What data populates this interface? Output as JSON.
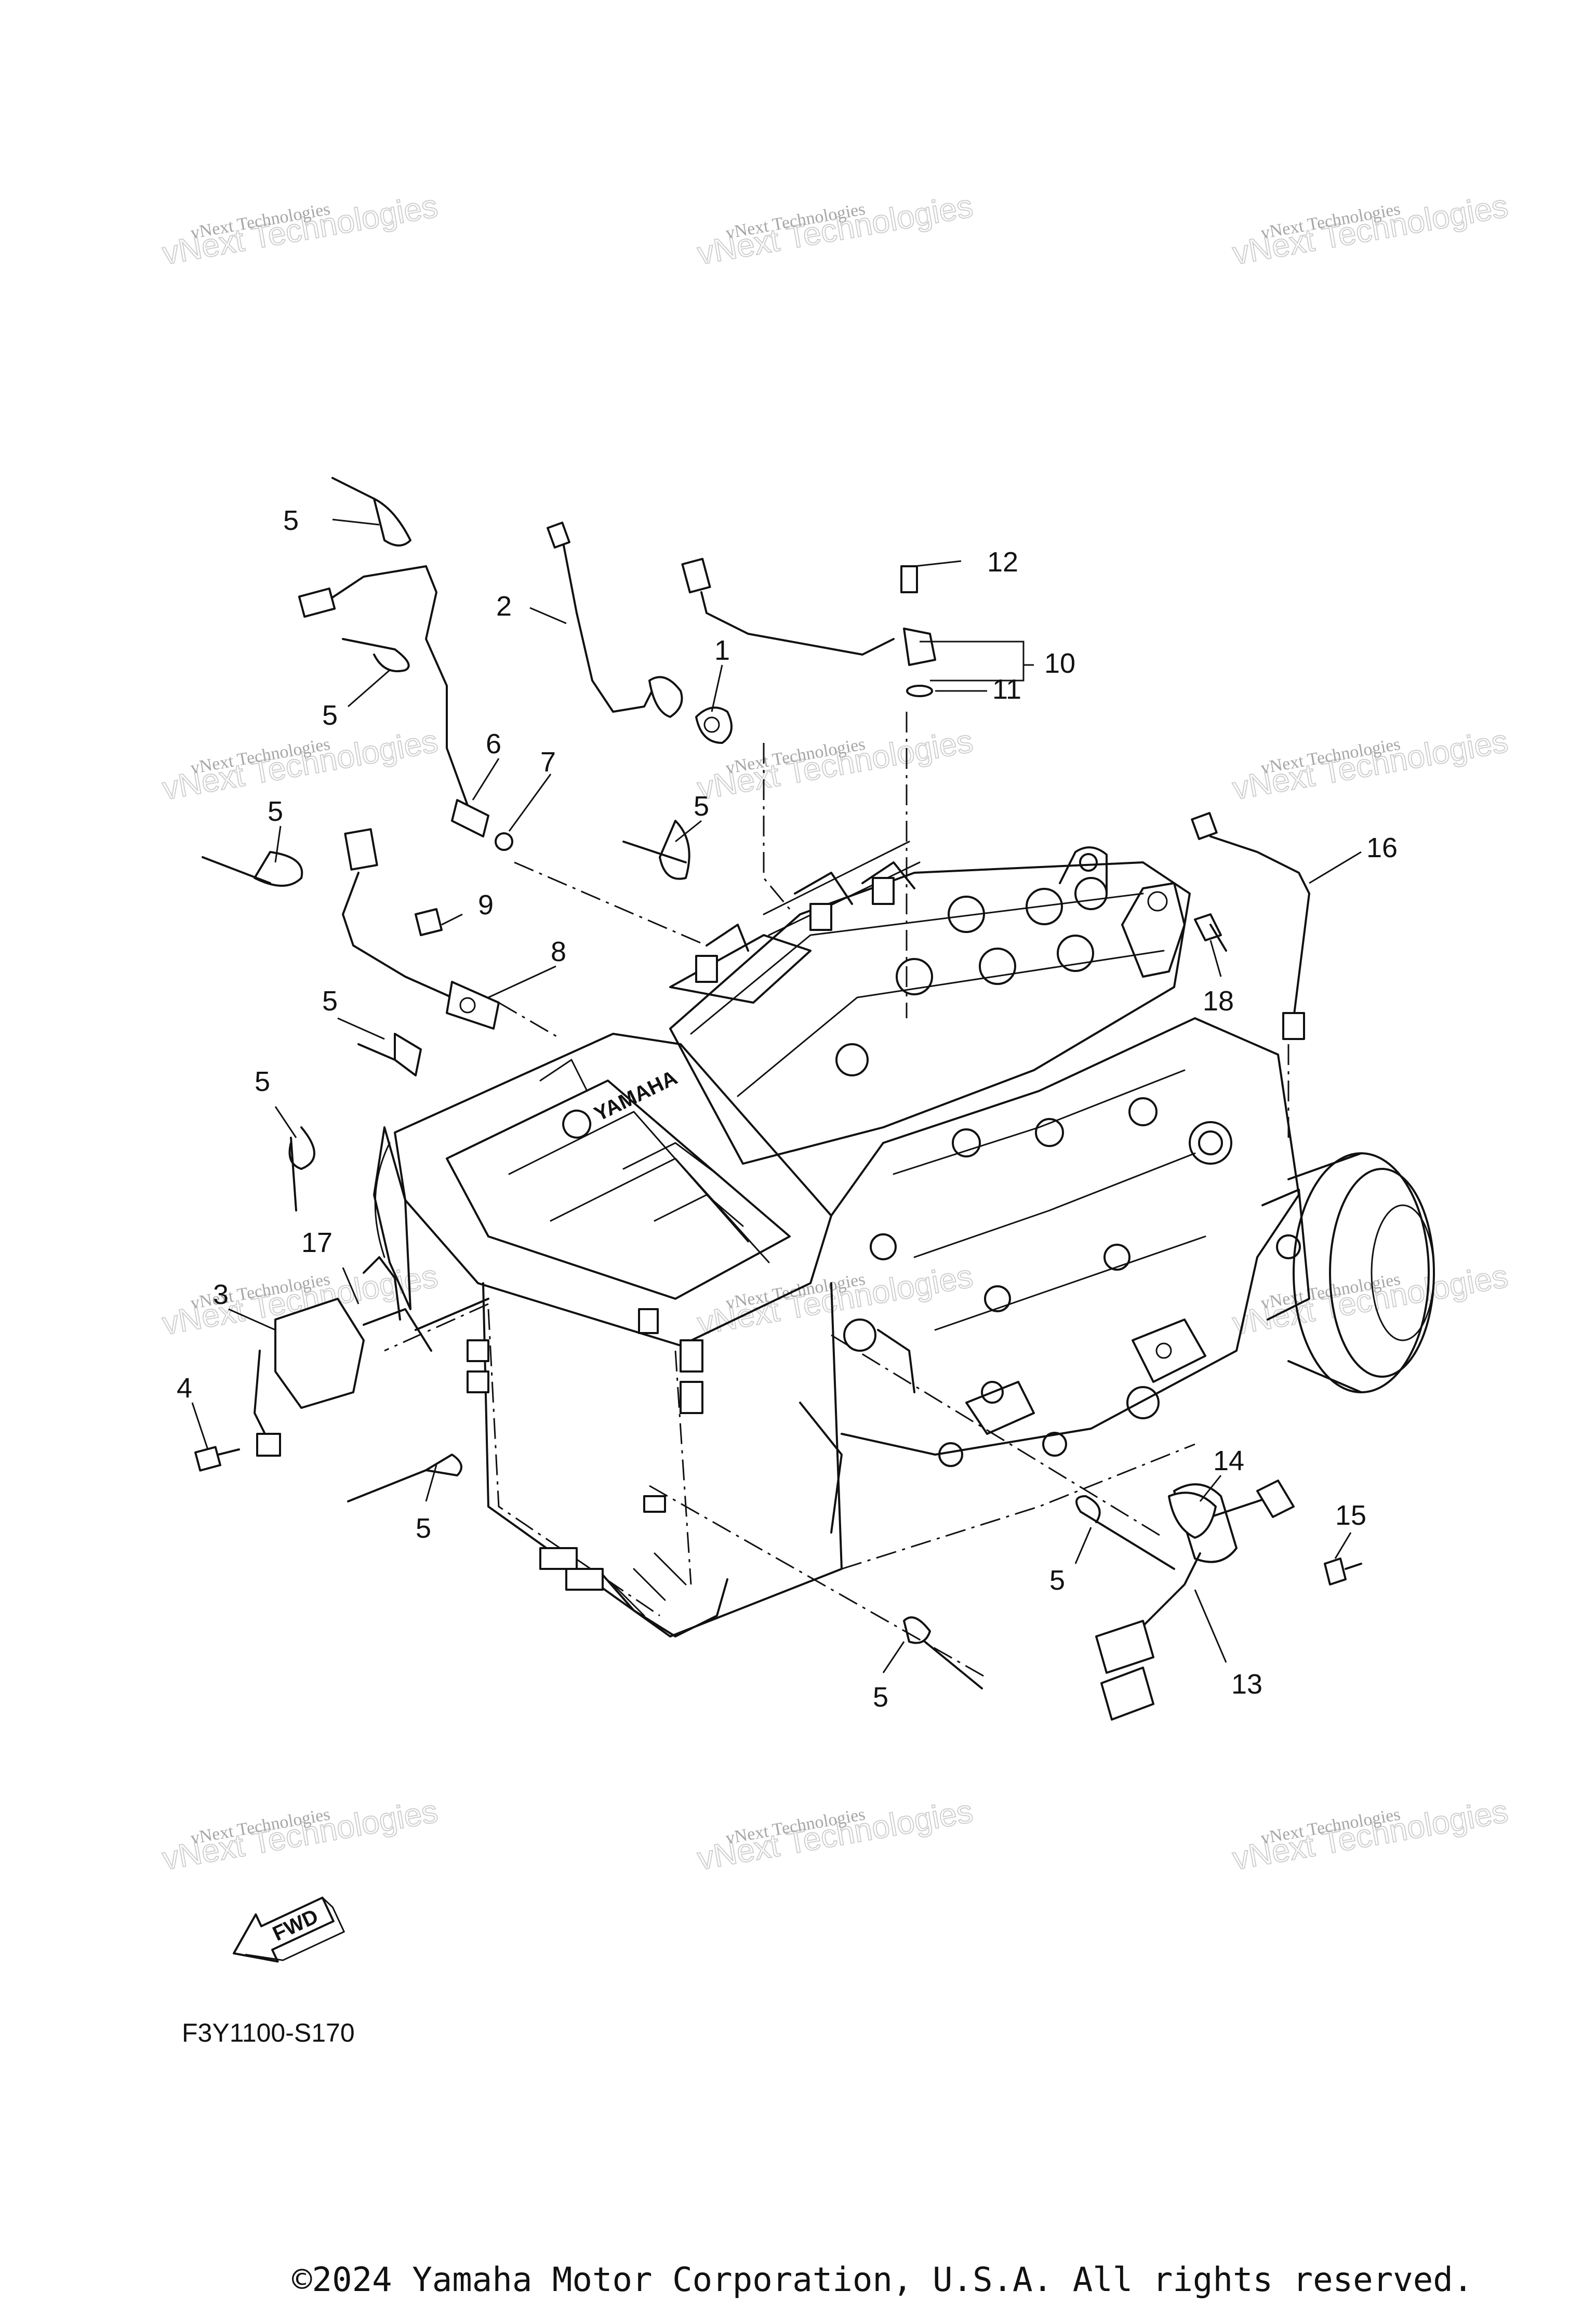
{
  "diagram": {
    "callouts": [
      "1",
      "2",
      "3",
      "4",
      "5",
      "6",
      "7",
      "8",
      "9",
      "10",
      "11",
      "12",
      "13",
      "14",
      "15",
      "16",
      "17",
      "18"
    ],
    "watermark": {
      "line1": "vNext Technologies",
      "line2": "vNext Technologies"
    },
    "fwd_label": "FWD",
    "diagram_code": "F3Y1100-S170",
    "brand_mark": "YAMAHA",
    "copyright": "©2024 Yamaha Motor Corporation, U.S.A. All rights reserved."
  }
}
